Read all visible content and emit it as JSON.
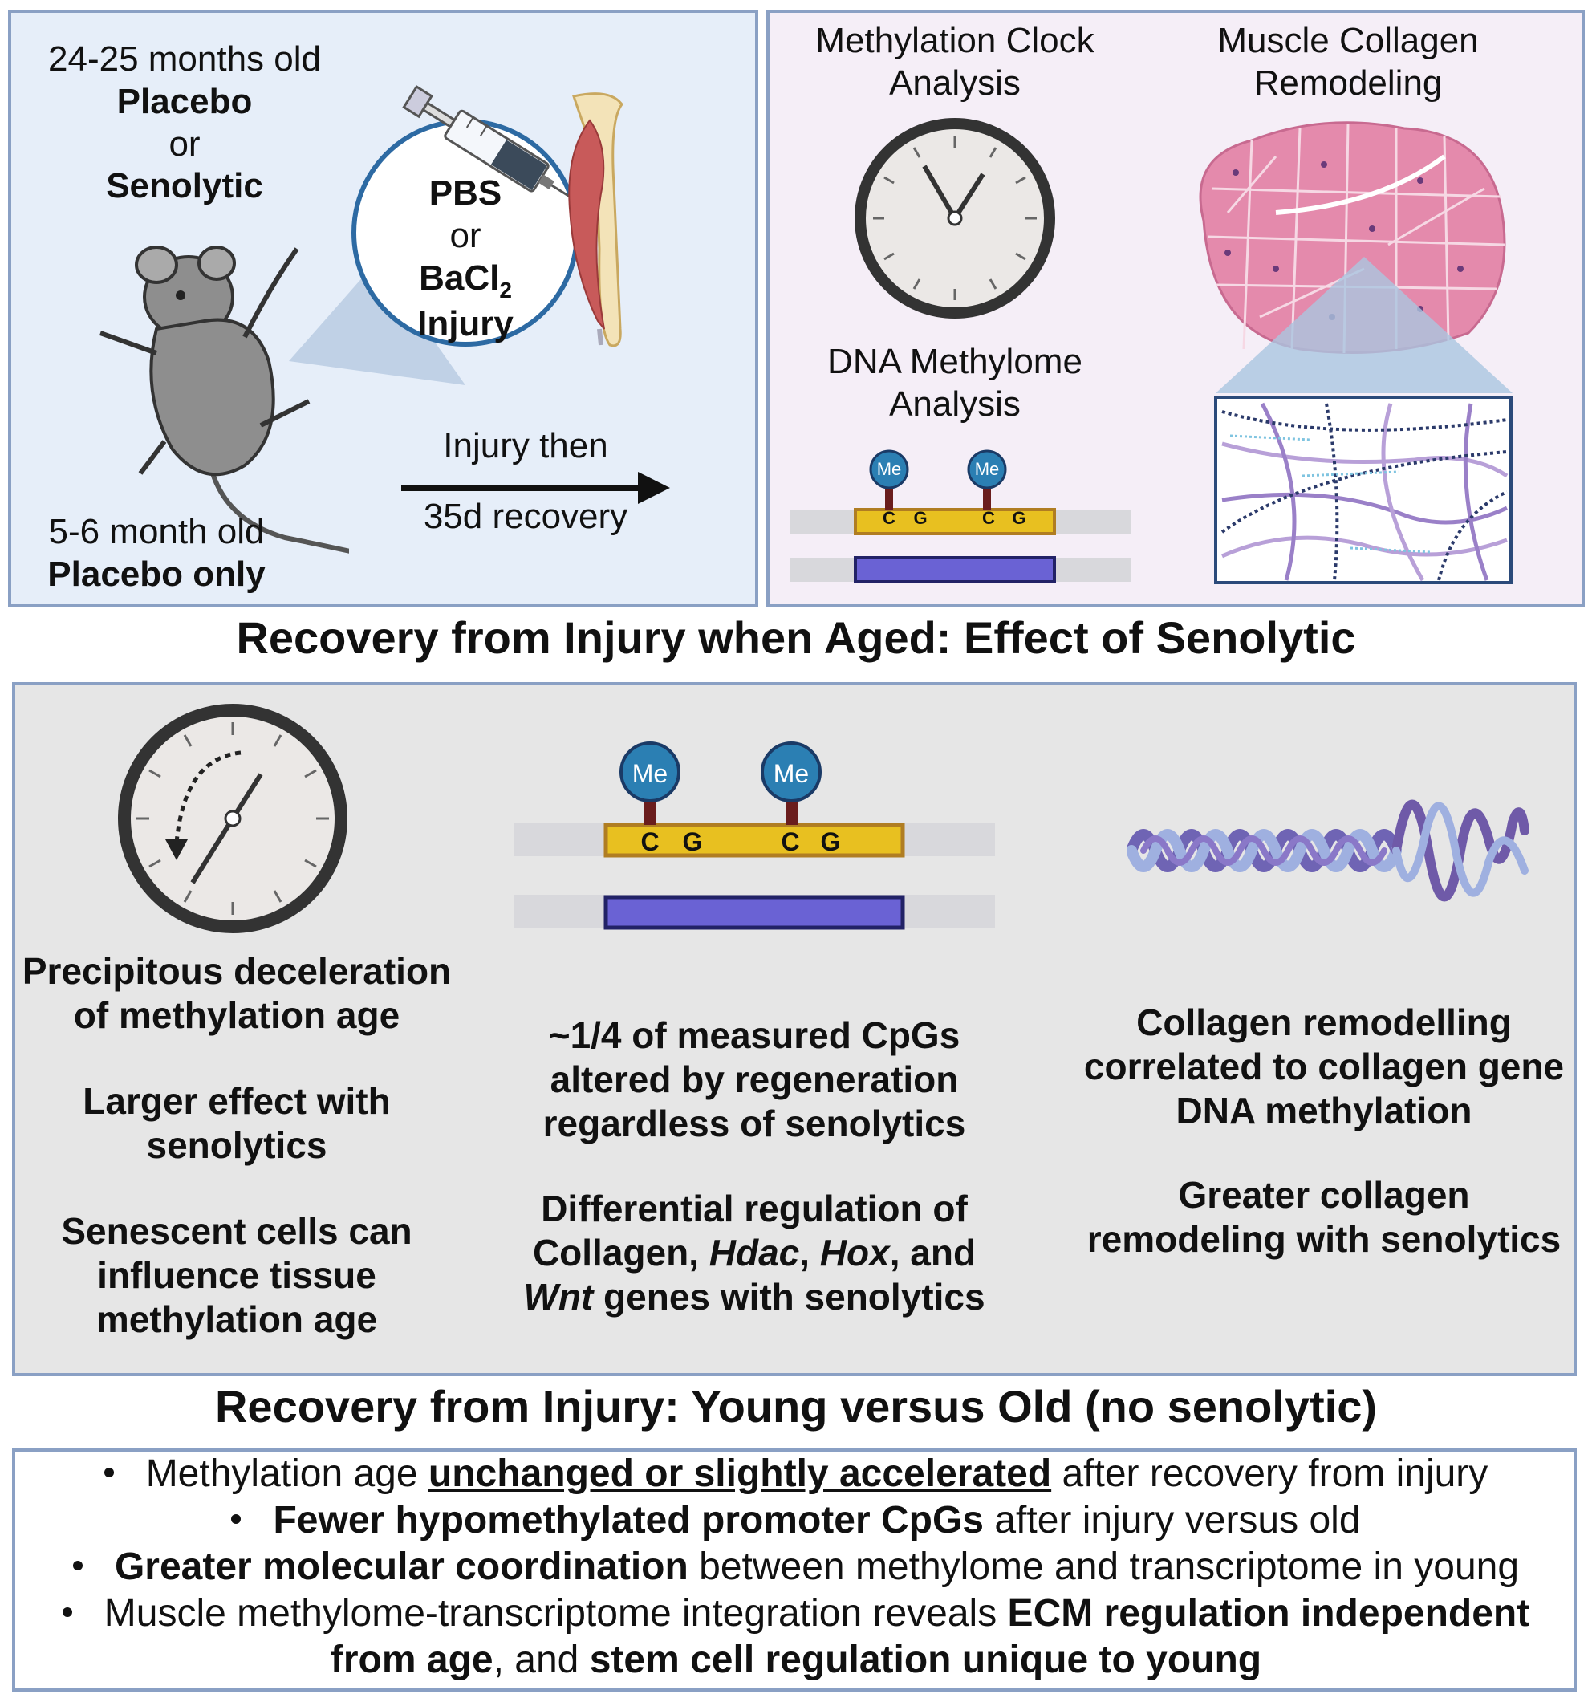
{
  "top_left": {
    "aged_group": {
      "line1": "24-25 months old",
      "line2": "Placebo",
      "line3": "or",
      "line4": "Senolytic"
    },
    "injection": {
      "line1": "PBS",
      "line2": "or",
      "line3_main": "BaCl",
      "line3_sub": "2",
      "line4": "Injury"
    },
    "arrow_label": {
      "line1": "Injury then",
      "line2": "35d recovery"
    },
    "young_group": {
      "line1": "5-6 month old",
      "line2": "Placebo only"
    }
  },
  "top_right": {
    "clock_title": {
      "line1": "Methylation Clock",
      "line2": "Analysis"
    },
    "methylome_title": {
      "line1": "DNA Methylome",
      "line2": "Analysis"
    },
    "collagen_title": {
      "line1": "Muscle Collagen",
      "line2": "Remodeling"
    },
    "me_label": "Me",
    "c_label": "C",
    "g_label": "G"
  },
  "heading1": "Recovery from Injury when Aged: Effect of Senolytic",
  "middle": {
    "col1": [
      {
        "l1": "Precipitous deceleration",
        "l2": "of methylation age"
      },
      {
        "l1": "Larger effect with",
        "l2": "senolytics"
      },
      {
        "l1": "Senescent cells can",
        "l2": "influence tissue",
        "l3": "methylation age"
      }
    ],
    "col2": {
      "p1": {
        "l1": "~1/4 of measured CpGs",
        "l2": "altered by regeneration",
        "l3": "regardless of senolytics"
      },
      "p2": {
        "l1": "Differential regulation of",
        "l2a": "Collagen, ",
        "l2b": "Hdac",
        "l2c": ", ",
        "l2d": "Hox",
        "l2e": ", and",
        "l3a": "Wnt",
        "l3b": " genes with senolytics"
      }
    },
    "col3": [
      {
        "l1": "Collagen remodelling",
        "l2": "correlated to collagen gene",
        "l3": "DNA methylation"
      },
      {
        "l1": "Greater collagen",
        "l2": "remodeling with senolytics"
      }
    ]
  },
  "heading2": "Recovery from Injury: Young versus Old (no senolytic)",
  "bullets": {
    "b1": {
      "a": "Methylation age ",
      "b": "unchanged or slightly accelerated",
      "c": " after recovery from injury"
    },
    "b2": {
      "a": "Fewer hypomethylated promoter CpGs",
      "b": " after injury versus old"
    },
    "b3": {
      "a": "Greater molecular coordination",
      "b": " between methylome and transcriptome in young"
    },
    "b4": {
      "a": "Muscle methylome-transcriptome integration reveals ",
      "b": "ECM regulation independent",
      "c": "from age",
      "d": ", and ",
      "e": "stem cell regulation unique to young"
    }
  },
  "colors": {
    "panel_border": "#8aa0c4",
    "top_left_bg": "#e6eef9",
    "top_right_bg": "#f5eef7",
    "middle_bg": "#e6e6e6",
    "me_blue": "#2b7fb3",
    "cpg_yellow": "#e8c020",
    "strand_purple": "#6a62d4",
    "muscle_pink": "#e48aac"
  }
}
